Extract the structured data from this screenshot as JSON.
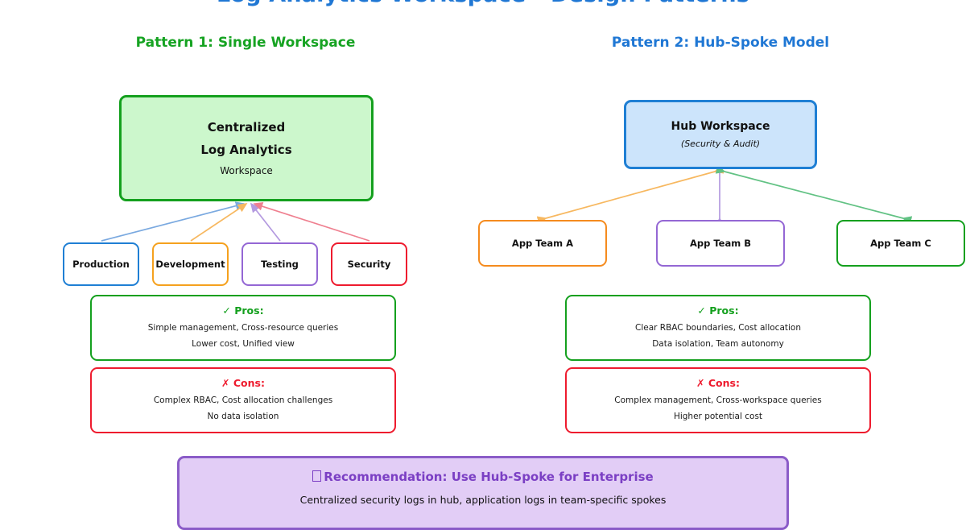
{
  "title": "Log Analytics Workspace - Design Patterns",
  "colors": {
    "title": "#1f77d4",
    "green": "#14a01e",
    "blue": "#1f7fd4",
    "orange": "#f5a11e",
    "purple": "#9467d4",
    "red": "#ee1b2e",
    "recommend_border": "#8b5cc8",
    "recommend_fill": "#e2cdf6",
    "central_fill": "#ccf7cc",
    "hub_fill": "#cce4fb"
  },
  "patterns": [
    {
      "heading": "Pattern 1: Single Workspace",
      "central": {
        "line1": "Centralized",
        "line2": "Log Analytics",
        "line3": "Workspace"
      },
      "children": [
        {
          "label": "Production",
          "color": "#1f7fd4"
        },
        {
          "label": "Development",
          "color": "#f5a11e"
        },
        {
          "label": "Testing",
          "color": "#9467d4"
        },
        {
          "label": "Security",
          "color": "#ee1b2e"
        }
      ],
      "pros": {
        "header": "✓ Pros:",
        "lines": [
          "Simple management, Cross-resource queries",
          "Lower cost, Unified view"
        ]
      },
      "cons": {
        "header": "✗ Cons:",
        "lines": [
          "Complex RBAC, Cost allocation challenges",
          "No data isolation"
        ]
      }
    },
    {
      "heading": "Pattern 2: Hub-Spoke Model",
      "hub": {
        "line1": "Hub Workspace",
        "line2": "(Security & Audit)"
      },
      "children": [
        {
          "label": "App Team A",
          "color": "#f58b1e"
        },
        {
          "label": "App Team B",
          "color": "#9467d4"
        },
        {
          "label": "App Team C",
          "color": "#14a01e"
        }
      ],
      "pros": {
        "header": "✓ Pros:",
        "lines": [
          "Clear RBAC boundaries, Cost allocation",
          "Data isolation, Team autonomy"
        ]
      },
      "cons": {
        "header": "✗ Cons:",
        "lines": [
          "Complex management, Cross-workspace queries",
          "Higher potential cost"
        ]
      }
    }
  ],
  "recommendation": {
    "header": "Recommendation: Use Hub-Spoke for Enterprise",
    "body": "Centralized security logs in hub, application logs in team-specific spokes"
  }
}
